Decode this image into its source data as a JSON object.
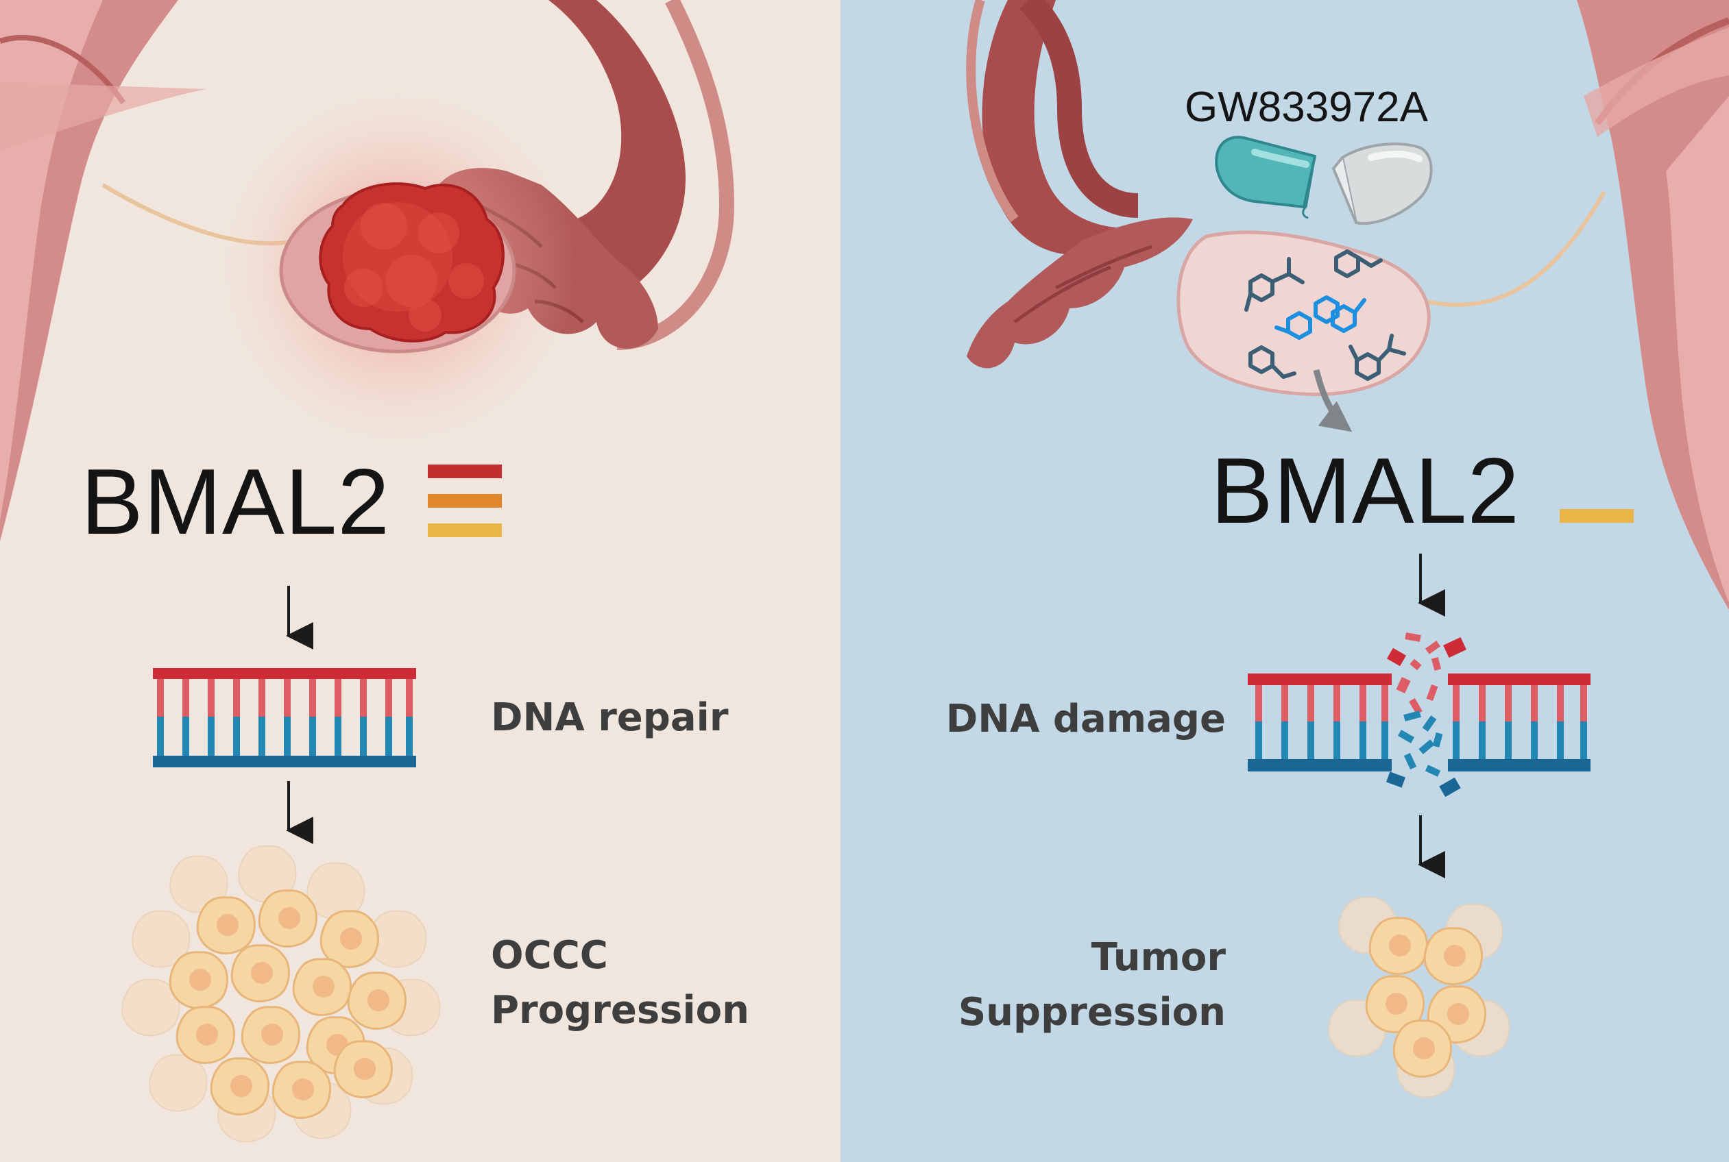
{
  "colors": {
    "left_bg": "#f0e6dd",
    "right_bg": "#c3d8e6",
    "tissue": "#d07f80",
    "tissue_dark": "#9b4244",
    "tumor": "#c0302c",
    "dna_red": "#cd2c36",
    "dna_blue": "#1b7ba8",
    "bar_red": "#c0302c",
    "bar_orange": "#e0872c",
    "bar_yellow": "#eab546",
    "cell_fill": "#f6d7a2",
    "capsule_teal": "#52b6b9",
    "capsule_grey": "#d8dcdd",
    "molecule_dark": "#3c5f76",
    "molecule_blue": "#1d8fe0"
  },
  "left_panel": {
    "gene_label": "BMAL2",
    "expression_level": "high",
    "step1_label": "DNA repair",
    "step2_label": "OCCC\nProgression"
  },
  "right_panel": {
    "drug_label": "GW833972A",
    "gene_label": "BMAL2",
    "expression_level": "low",
    "step1_label": "DNA damage",
    "step2_label": "Tumor\nSuppression"
  },
  "icons": {
    "left_organ": "uterus-ovary-tumor-icon",
    "right_organ": "uterus-ovary-treated-icon",
    "capsule": "capsule-icon",
    "molecule": "molecule-icon",
    "dna_intact": "dna-double-helix-icon",
    "dna_broken": "broken-dna-icon",
    "cell_cluster_large": "cell-cluster-icon",
    "cell_cluster_small": "small-cell-cluster-icon",
    "arrow": "down-arrow-icon"
  }
}
